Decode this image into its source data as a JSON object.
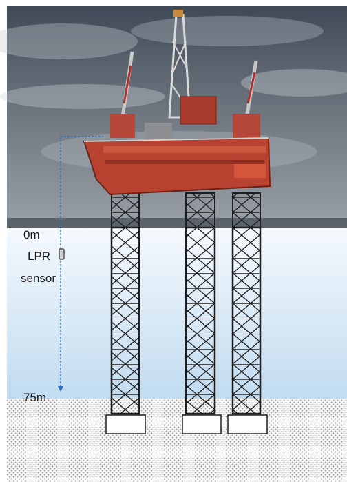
{
  "labels": {
    "surface_depth": "0m",
    "sensor_line1": "LPR",
    "sensor_line2": "sensor",
    "seabed_depth": "75m"
  },
  "colors": {
    "sky_top": "#3f4a56",
    "sky_bottom": "#8b929b",
    "water_top": "#f4f9fd",
    "water_bottom": "#c3dcf0",
    "seabed": "#f3f3f3",
    "platform": "#b8412f",
    "lattice": "#1e1e1e",
    "dashed_line": "#2c6fb8"
  },
  "icons": [
    "lpr-sensor-icon",
    "offshore-platform-illustration"
  ]
}
